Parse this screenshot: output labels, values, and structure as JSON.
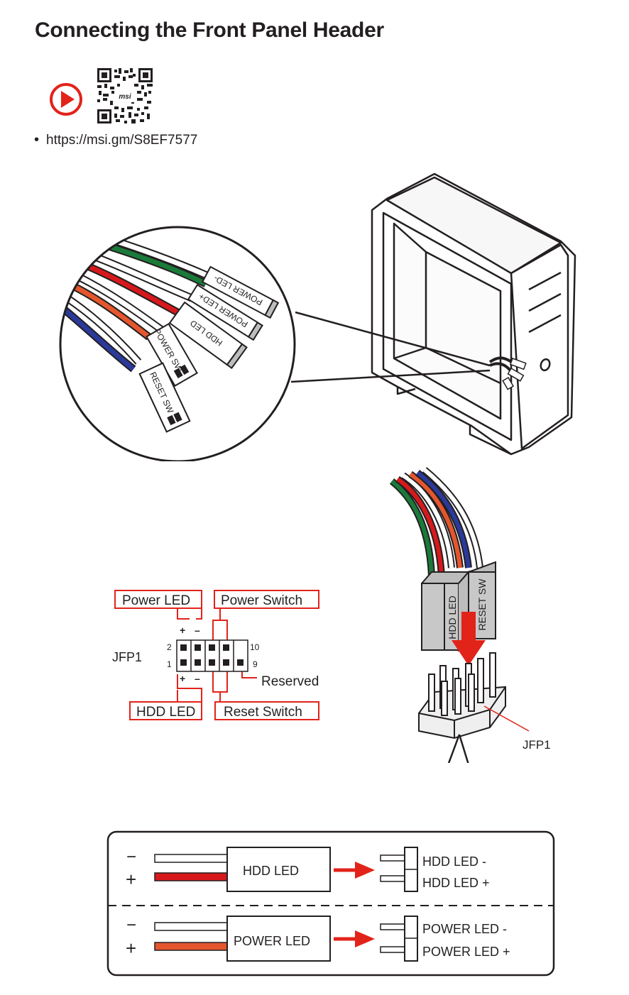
{
  "page": {
    "title": "Connecting the Front Panel Header",
    "video_link": "https://msi.gm/S8EF7577",
    "play_icon": "play-circle-icon",
    "qr_icon": "qr-code-icon",
    "qr_logo_text": "msi"
  },
  "zoom_connectors": {
    "power_led_minus": "POWER LED-",
    "power_led_plus": "POWER LED+",
    "hdd_led": "HDD LED",
    "power_sw": "POWER SW",
    "reset_sw": "RESET SW"
  },
  "plug": {
    "hdd_led": "HDD LED",
    "reset_sw": "RESET SW"
  },
  "pinout": {
    "header_name": "JFP1",
    "power_led": "Power LED",
    "power_switch": "Power Switch",
    "hdd_led": "HDD LED",
    "reset_switch": "Reset Switch",
    "reserved": "Reserved",
    "pin_2": "2",
    "pin_1": "1",
    "pin_10": "10",
    "pin_9": "9",
    "plus": "+",
    "minus": "–"
  },
  "header_label": "JFP1",
  "legend": {
    "hdd": {
      "minus_sign": "−",
      "plus_sign": "+",
      "box_label": "HDD LED",
      "pin_minus_label": "HDD LED -",
      "pin_plus_label": "HDD LED +"
    },
    "power": {
      "minus_sign": "−",
      "plus_sign": "+",
      "box_label": "POWER LED",
      "pin_minus_label": "POWER LED -",
      "pin_plus_label": "POWER LED +"
    }
  },
  "colors": {
    "red_box": "#e2231a",
    "wire_red": "#d7191c",
    "wire_orange": "#e4572e",
    "wire_green": "#1a7a3a",
    "wire_blue": "#2a3a9a",
    "outline": "#231f20"
  }
}
